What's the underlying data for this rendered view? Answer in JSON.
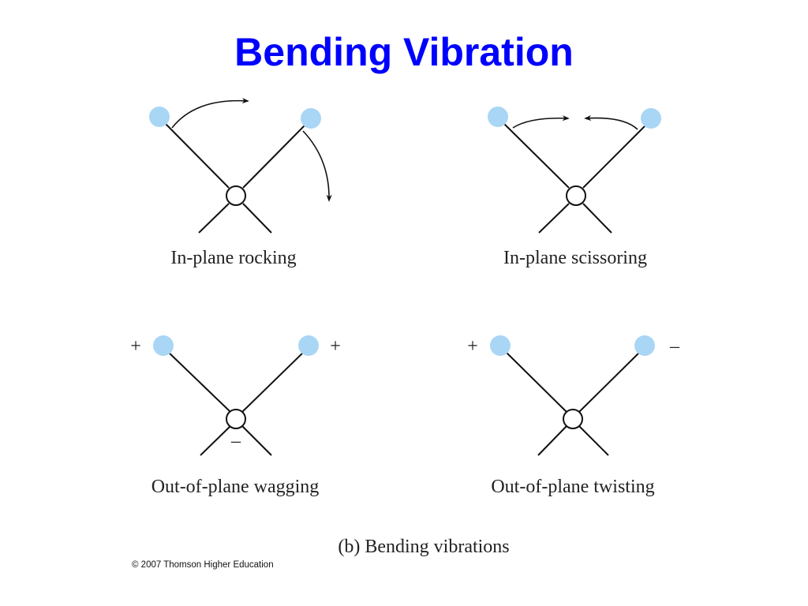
{
  "title": "Bending Vibration",
  "panels": {
    "rocking": {
      "caption": "In-plane rocking"
    },
    "scissoring": {
      "caption": "In-plane scissoring"
    },
    "wagging": {
      "caption": "Out-of-plane wagging",
      "left_sign": "+",
      "right_sign": "+",
      "center_sign": "–"
    },
    "twisting": {
      "caption": "Out-of-plane twisting",
      "left_sign": "+",
      "right_sign": "–"
    }
  },
  "figure_caption": "(b) Bending vibrations",
  "copyright": "© 2007 Thomson Higher Education",
  "colors": {
    "title": "#0000ff",
    "outer_atom": "#a9d6f5",
    "center_atom": "#ffffff",
    "bond": "#111111"
  }
}
